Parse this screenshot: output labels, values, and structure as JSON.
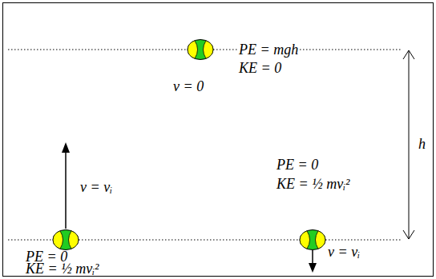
{
  "diagram": {
    "labels": [
      "PE = mgh",
      "KE = 0",
      "v = 0",
      "h",
      "PE = 0",
      "KE = ½ mvᵢ²",
      "v = vᵢ",
      "v = vᵢ",
      "PE = 0",
      "KE = ½ mvᵢ²"
    ]
  }
}
